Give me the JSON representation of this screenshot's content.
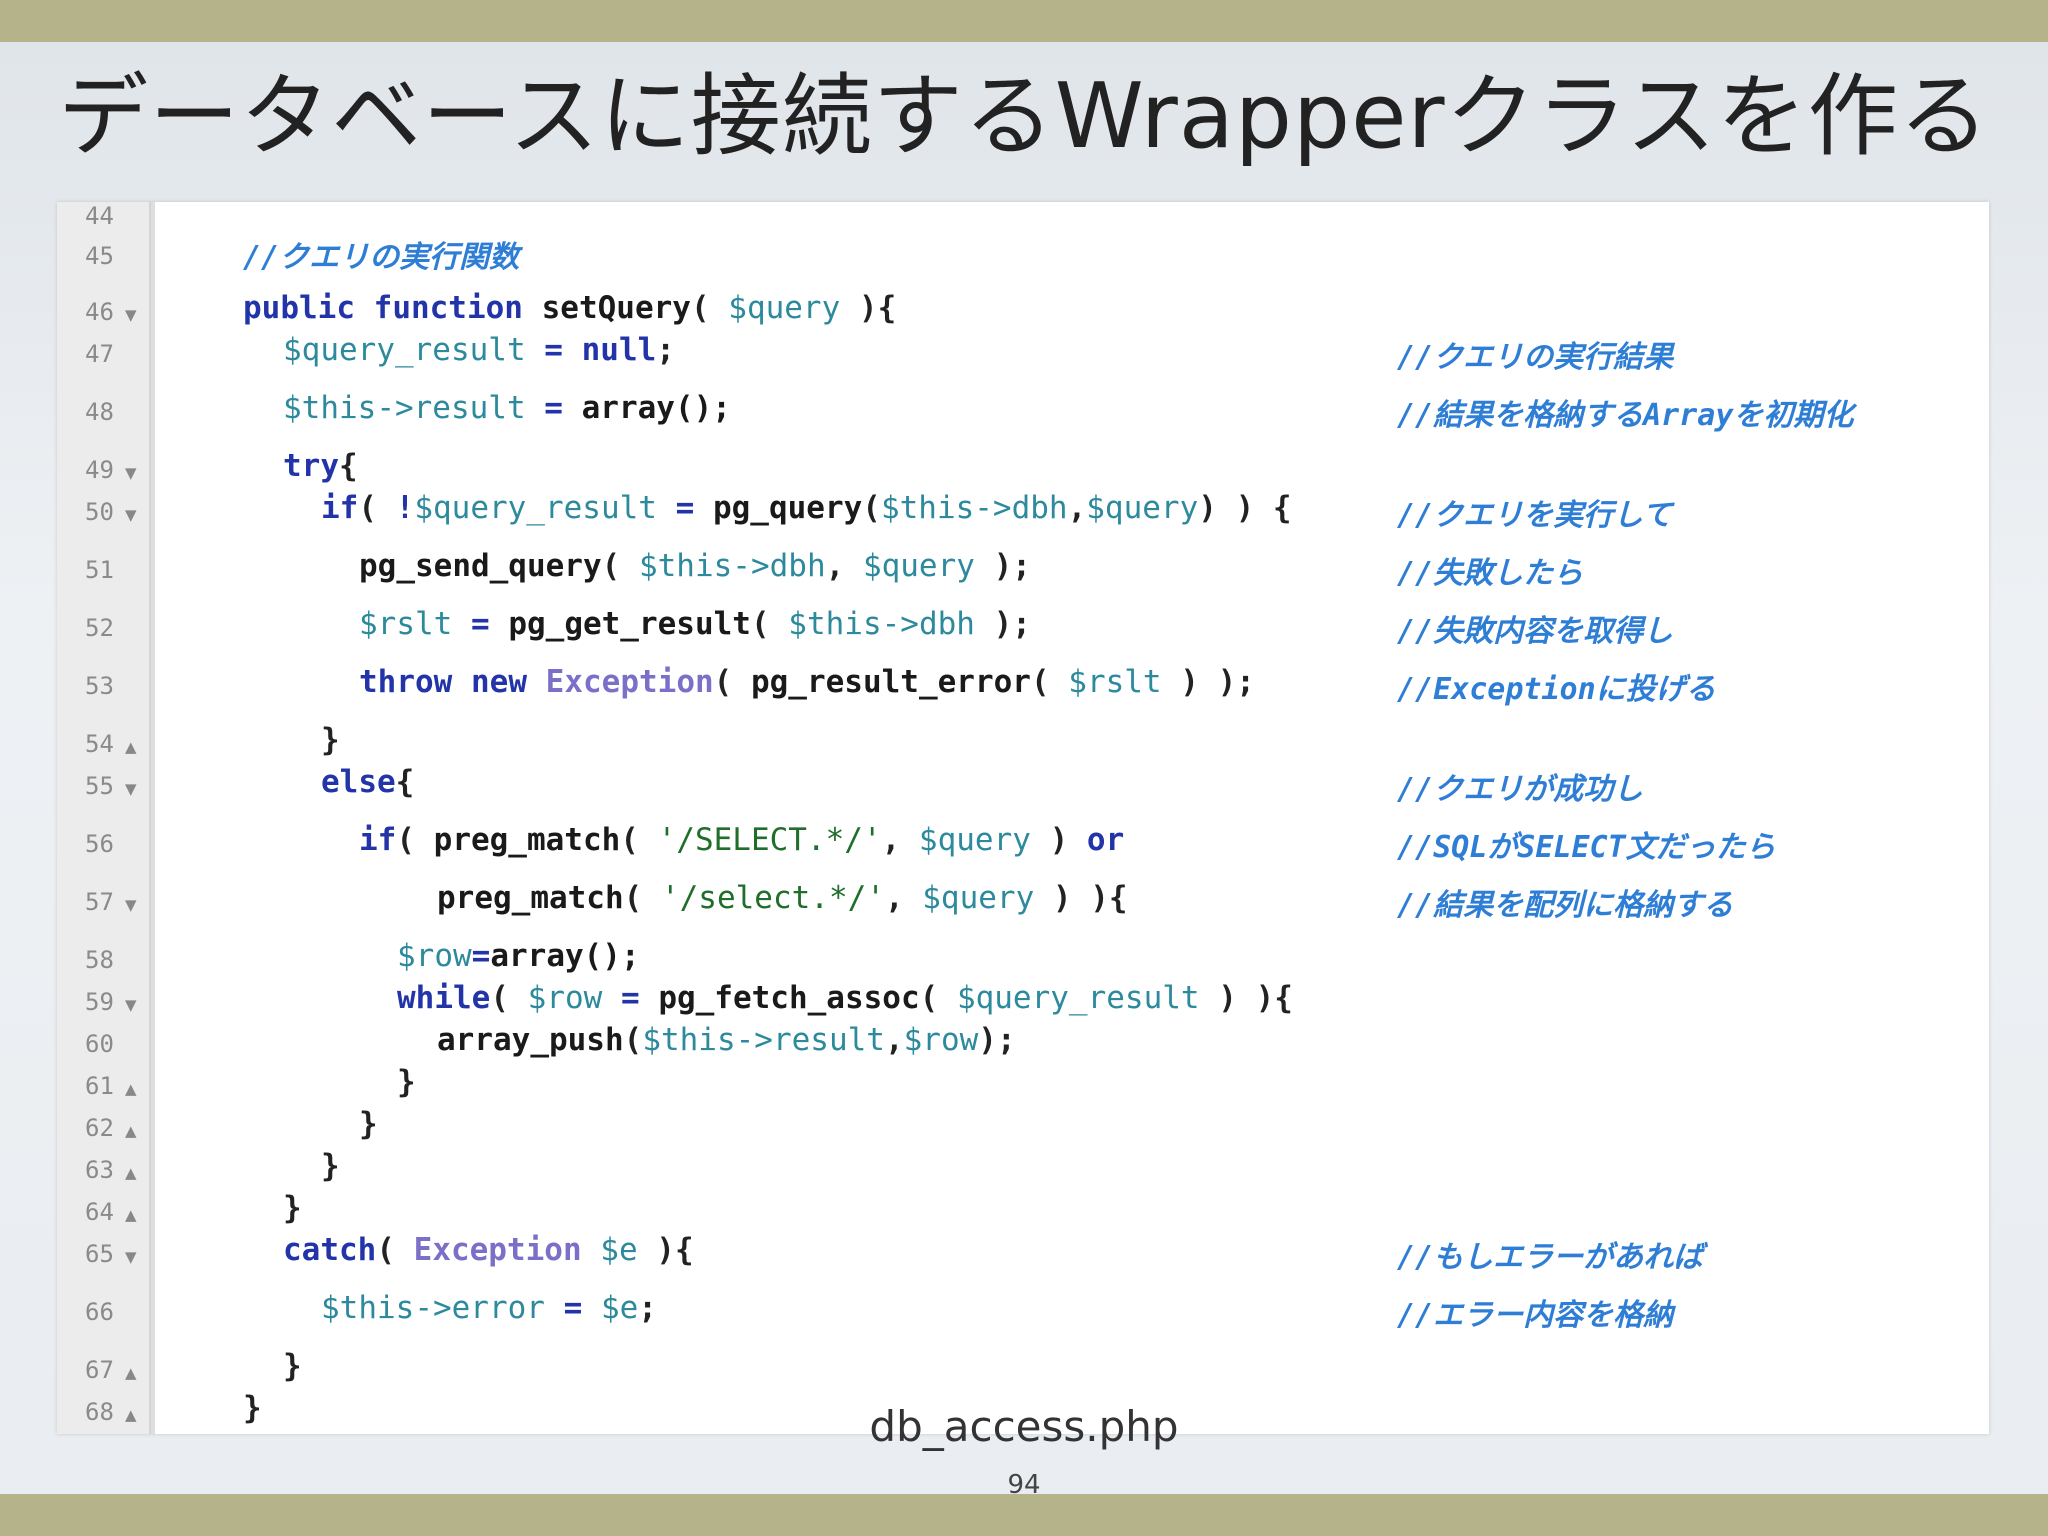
{
  "slide": {
    "title": "データベースに接続するWrapperクラスを作る",
    "filename": "db_access.php",
    "page_number": "94"
  },
  "code": {
    "line_numbers": [
      "44",
      "45",
      "46",
      "47",
      "48",
      "49",
      "50",
      "51",
      "52",
      "53",
      "54",
      "55",
      "56",
      "57",
      "58",
      "59",
      "60",
      "61",
      "62",
      "63",
      "64",
      "65",
      "66",
      "67",
      "68"
    ],
    "fold_markers": {
      "46": "▼",
      "49": "▼",
      "50": "▼",
      "54": "▲",
      "55": "▼",
      "57": "▼",
      "59": "▼",
      "61": "▲",
      "62": "▲",
      "63": "▲",
      "64": "▲",
      "65": "▼",
      "67": "▲",
      "68": "▲"
    },
    "lines": {
      "l46_kw1": "public",
      "l46_kw2": "function",
      "l46_fn": "setQuery",
      "l46_p1": "( ",
      "l46_var": "$query",
      "l46_p2": " ){",
      "l47_var": "$query_result",
      "l47_op": " = ",
      "l47_kw": "null",
      "l47_end": ";",
      "l48_var": "$this->result",
      "l48_op": " = ",
      "l48_fn": "array();",
      "l49_kw": "try",
      "l49_end": "{",
      "l50_kw": "if",
      "l50_p1": "( ",
      "l50_op1": "!",
      "l50_var1": "$query_result",
      "l50_op2": " = ",
      "l50_fn": "pg_query",
      "l50_p2": "(",
      "l50_var2": "$this->dbh",
      "l50_p3": ",",
      "l50_var3": "$query",
      "l50_p4": ") ) {",
      "l51_fn": "pg_send_query",
      "l51_p1": "( ",
      "l51_var1": "$this->dbh",
      "l51_p2": ", ",
      "l51_var2": "$query",
      "l51_p3": " );",
      "l52_var1": "$rslt",
      "l52_op": " = ",
      "l52_fn": "pg_get_result",
      "l52_p1": "( ",
      "l52_var2": "$this->dbh",
      "l52_p2": " );",
      "l53_kw1": "throw",
      "l53_kw2": "new",
      "l53_cls": "Exception",
      "l53_p1": "( ",
      "l53_fn": "pg_result_error",
      "l53_p2": "( ",
      "l53_var": "$rslt",
      "l53_p3": " ) );",
      "l54": "}",
      "l55_kw": "else",
      "l55_end": "{",
      "l56_kw": "if",
      "l56_p1": "( ",
      "l56_fn": "preg_match",
      "l56_p2": "( ",
      "l56_str": "'/SELECT.*/'",
      "l56_p3": ", ",
      "l56_var": "$query",
      "l56_p4": " ) ",
      "l56_or": "or",
      "l57_fn": "preg_match",
      "l57_p1": "( ",
      "l57_str": "'/select.*/'",
      "l57_p2": ", ",
      "l57_var": "$query",
      "l57_p3": " ) ){",
      "l58_var": "$row",
      "l58_op": "=",
      "l58_fn": "array();",
      "l59_kw": "while",
      "l59_p1": "( ",
      "l59_var1": "$row",
      "l59_op": " = ",
      "l59_fn": "pg_fetch_assoc",
      "l59_p2": "( ",
      "l59_var2": "$query_result",
      "l59_p3": " ) ){",
      "l60_fn": "array_push",
      "l60_p1": "(",
      "l60_var1": "$this->result",
      "l60_p2": ",",
      "l60_var2": "$row",
      "l60_p3": ");",
      "l61": "}",
      "l62": "}",
      "l63": "}",
      "l64": "}",
      "l65_kw": "catch",
      "l65_p1": "( ",
      "l65_cls": "Exception",
      "l65_var": " $e",
      "l65_p2": " ){",
      "l66_var1": "$this->error",
      "l66_op": " = ",
      "l66_var2": "$e",
      "l66_end": ";",
      "l67": "}",
      "l68": "}"
    },
    "comments": {
      "l45": "//クエリの実行関数",
      "l47": "//クエリの実行結果",
      "l48": "//結果を格納するArrayを初期化",
      "l50": "//クエリを実行して",
      "l51": "//失敗したら",
      "l52": "//失敗内容を取得し",
      "l53": "//Exceptionに投げる",
      "l55": "//クエリが成功し",
      "l56": "//SQLがSELECT文だったら",
      "l57": "//結果を配列に格納する",
      "l65": "//もしエラーがあれば",
      "l66": "//エラー内容を格納"
    }
  }
}
